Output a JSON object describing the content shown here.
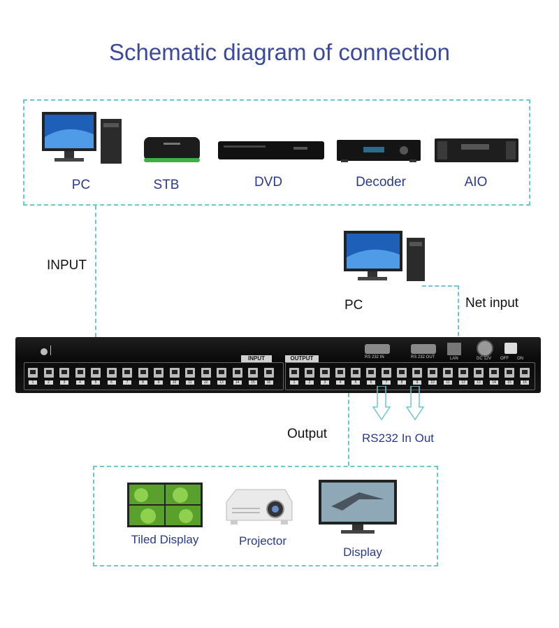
{
  "title": "Schematic diagram of connection",
  "input_sources": [
    {
      "label": "PC",
      "icon": "pc-icon"
    },
    {
      "label": "STB",
      "icon": "set-top-box-icon"
    },
    {
      "label": "DVD",
      "icon": "dvd-player-icon"
    },
    {
      "label": "Decoder",
      "icon": "decoder-icon"
    },
    {
      "label": "AIO",
      "icon": "aio-icon"
    }
  ],
  "input_label": "INPUT",
  "net_pc": {
    "label": "PC",
    "icon": "pc-icon"
  },
  "net_input_label": "Net input",
  "device": {
    "input_group_label": "INPUT",
    "output_group_label": "OUTPUT",
    "rs232_in_silk": "RS 232 IN",
    "rs232_out_silk": "RS 232 OUT",
    "lan_silk": "LAN",
    "dc_silk": "DC 12V",
    "off_silk": "OFF",
    "on_silk": "ON",
    "port_count_per_group": 16
  },
  "output_label": "Output",
  "rs232_label": "RS232 In Out",
  "output_devices": [
    {
      "label": "Tiled Display",
      "icon": "tiled-display-icon"
    },
    {
      "label": "Projector",
      "icon": "projector-icon"
    },
    {
      "label": "Display",
      "icon": "display-icon"
    }
  ],
  "colors": {
    "title": "#3a4aa0",
    "label": "#2a3a8e",
    "dashed_line": "#6cc6d3"
  }
}
